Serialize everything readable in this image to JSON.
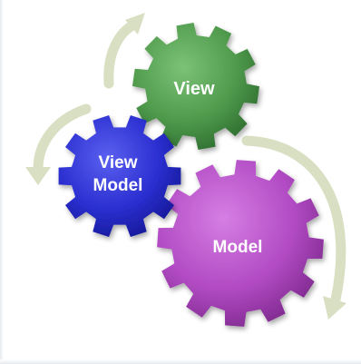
{
  "diagram": {
    "gears": [
      {
        "id": "view",
        "lines": [
          "View"
        ],
        "color": "#4f9a4c",
        "color_dark": "#2f6e31",
        "color_light": "#7cc277"
      },
      {
        "id": "view_model",
        "lines": [
          "View",
          "Model"
        ],
        "color": "#2b2fd0",
        "color_dark": "#16199a",
        "color_light": "#5b60f0"
      },
      {
        "id": "model",
        "lines": [
          "Model"
        ],
        "color": "#b24bc4",
        "color_dark": "#7f2a8f",
        "color_light": "#d57ee3"
      }
    ],
    "arrow_color": "#d9dfc2"
  }
}
